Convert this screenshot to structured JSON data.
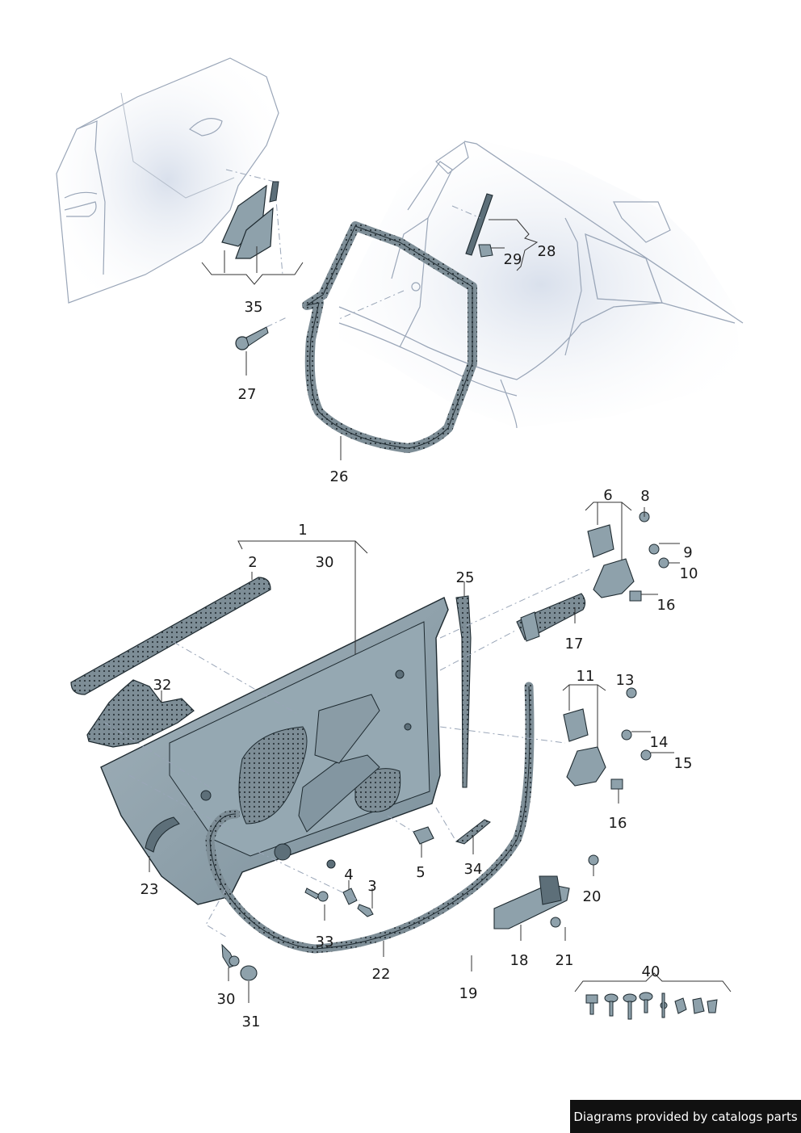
{
  "diagram": {
    "colors": {
      "part_fill": "#8ea1ab",
      "part_dark": "#5d6f79",
      "outline": "#1e2a30",
      "body_line": "#9aa6b8",
      "body_shade": "#e4e9f1",
      "seal": "#6b7a84",
      "leader": "#333333",
      "credit_bg": "#111111"
    },
    "callouts": [
      "1",
      "2",
      "30",
      "3",
      "4",
      "5",
      "6",
      "8",
      "9",
      "10",
      "11",
      "13",
      "14",
      "15",
      "16",
      "16",
      "17",
      "18",
      "19",
      "20",
      "21",
      "22",
      "23",
      "25",
      "26",
      "27",
      "28",
      "29",
      "30",
      "31",
      "32",
      "33",
      "34",
      "35",
      "40"
    ]
  },
  "credit": "Diagrams provided by catalogs parts"
}
